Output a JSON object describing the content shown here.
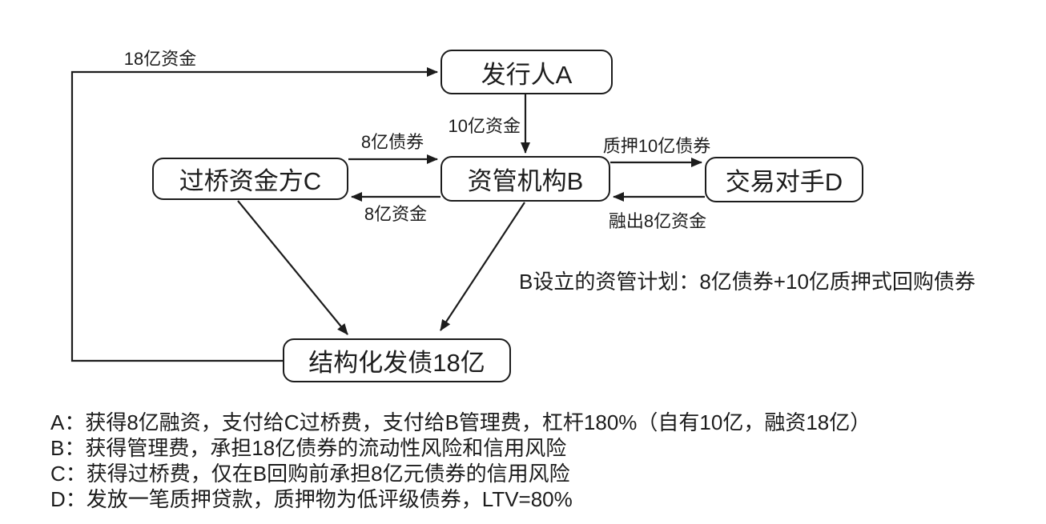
{
  "colors": {
    "background": "#ffffff",
    "line": "#1c1c1c",
    "text": "#1c1c1c"
  },
  "diagram": {
    "nodes": {
      "issuer_a": {
        "label": "发行人A"
      },
      "bridge_c": {
        "label": "过桥资金方C"
      },
      "manager_b": {
        "label": "资管机构B"
      },
      "counterparty_d": {
        "label": "交易对手D"
      },
      "structured_bond_e": {
        "label": "结构化发债18亿"
      }
    },
    "flows": {
      "loop_to_a": {
        "label": "18亿资金",
        "from": "结构化发债18亿",
        "to": "发行人A"
      },
      "a_to_b": {
        "label": "10亿资金",
        "from": "发行人A",
        "to": "资管机构B"
      },
      "c_to_b": {
        "label": "8亿债券",
        "from": "过桥资金方C",
        "to": "资管机构B"
      },
      "b_to_c": {
        "label": "8亿资金",
        "from": "资管机构B",
        "to": "过桥资金方C"
      },
      "b_to_d": {
        "label": "质押10亿债券",
        "from": "资管机构B",
        "to": "交易对手D"
      },
      "d_to_b": {
        "label": "融出8亿资金",
        "from": "交易对手D",
        "to": "资管机构B"
      },
      "c_to_e": {
        "label": "",
        "from": "过桥资金方C",
        "to": "结构化发债18亿"
      },
      "b_to_e": {
        "label": "",
        "from": "资管机构B",
        "to": "结构化发债18亿"
      }
    },
    "annotation": "B设立的资管计划：8亿债券+10亿质押式回购债券"
  },
  "notes": [
    "A：获得8亿融资，支付给C过桥费，支付给B管理费，杠杆180%（自有10亿，融资18亿）",
    "B：获得管理费，承担18亿债券的流动性风险和信用风险",
    "C：获得过桥费，仅在B回购前承担8亿元债券的信用风险",
    "D：发放一笔质押贷款，质押物为低评级债券，LTV=80%"
  ]
}
